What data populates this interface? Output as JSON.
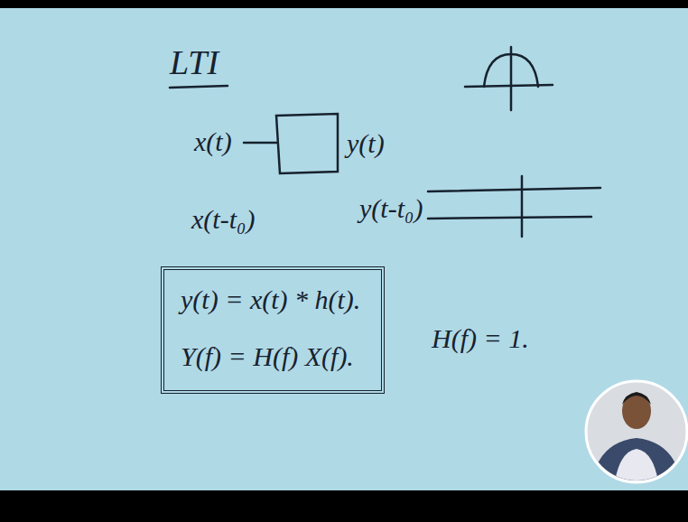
{
  "diagram": {
    "title": "LTI",
    "nodes": [
      {
        "text": [
          "y(t) = x(t) * h(t).",
          "Y(f) = H(f) X(f)."
        ]
      }
    ],
    "labels": [
      "x(t)",
      "y(t)",
      "x(t-t₀)",
      "y(t-t₀)",
      "H(f) = 1."
    ]
  }
}
